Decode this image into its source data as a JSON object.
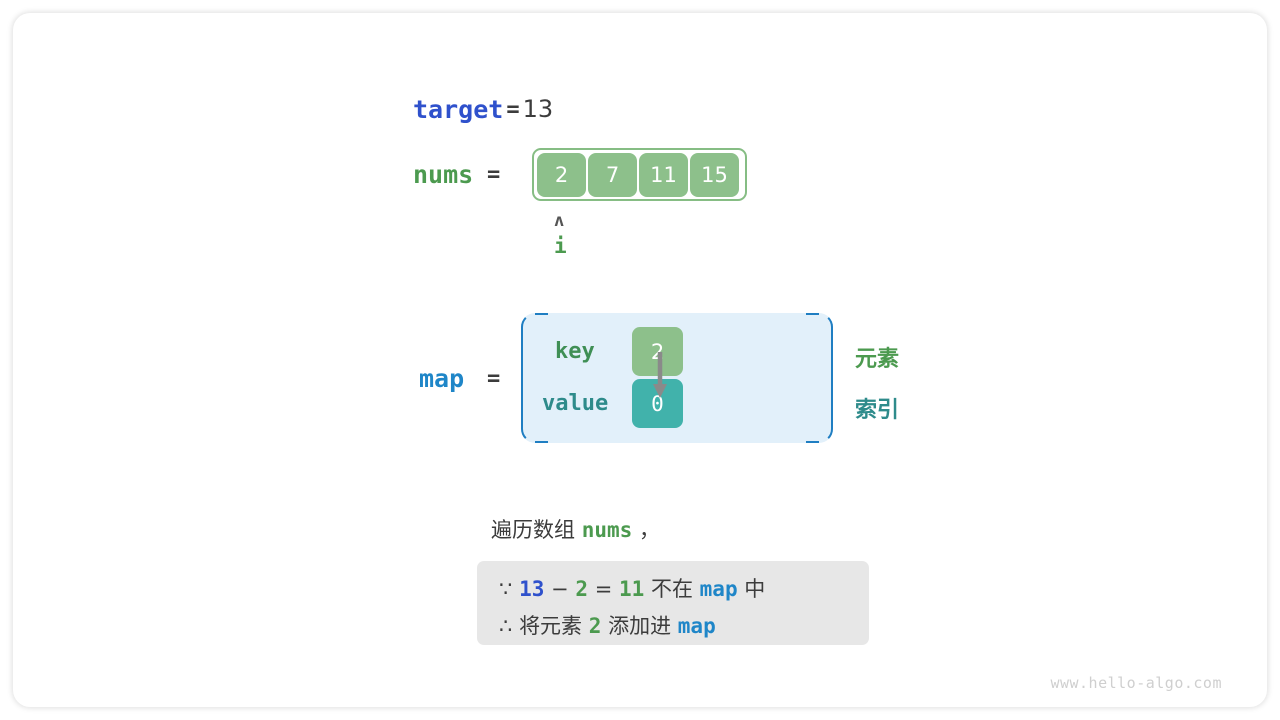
{
  "colors": {
    "blue_strong": "#2f51cc",
    "blue_light": "#1f86c8",
    "green": "#4c9a4f",
    "green_fill": "#8dc08b",
    "teal": "#41b2ab",
    "teal_text": "#2e8b8b",
    "map_fill": "#e2f0fa",
    "map_border": "#1f7ec2",
    "note_fill": "#e7e7e7",
    "text": "#3c3c3c",
    "watermark": "#cfcfcf"
  },
  "target": {
    "name": "target",
    "equals": "=",
    "value": "13"
  },
  "nums": {
    "name": "nums",
    "equals": "=",
    "cells": [
      "2",
      "7",
      "11",
      "15"
    ],
    "pointer": {
      "caret": "ʌ",
      "label": "i",
      "index": 0
    }
  },
  "map": {
    "name": "map",
    "equals": "=",
    "key_label": "key",
    "value_label": "value",
    "key_cell": "2",
    "value_cell": "0",
    "legend_element": "元素",
    "legend_index": "索引"
  },
  "caption": {
    "prefix": "遍历数组",
    "keyword": "nums",
    "suffix": "，"
  },
  "note": {
    "line1": {
      "symbol": "∵",
      "a": "13",
      "minus": "−",
      "b": "2",
      "eq": "=",
      "c": "11",
      "mid": "不在",
      "map": "map",
      "tail": "中"
    },
    "line2": {
      "symbol": "∴",
      "pre": "将元素",
      "num": "2",
      "mid": "添加进",
      "map": "map"
    }
  },
  "watermark": "www.hello-algo.com"
}
